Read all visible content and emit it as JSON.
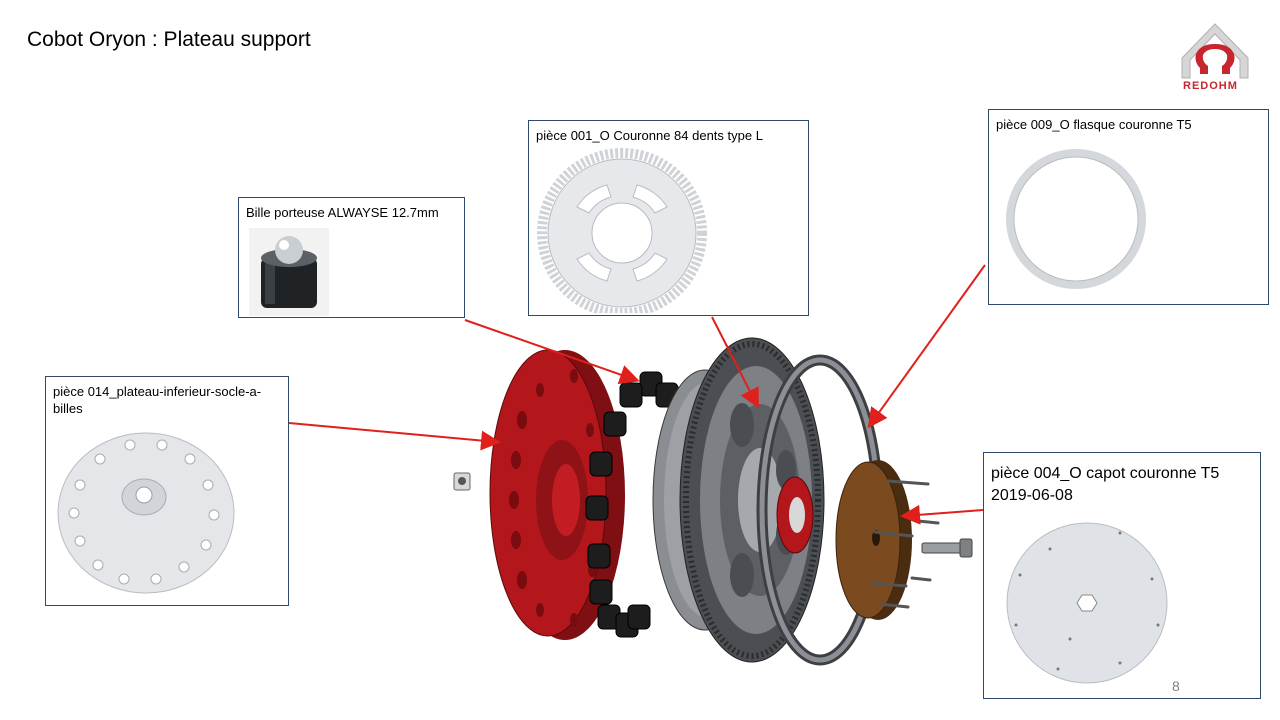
{
  "slide": {
    "title": "Cobot Oryon : Plateau support",
    "page_number": "8",
    "logo_text": "REDOHM"
  },
  "callouts": {
    "bille": {
      "label": "Bille porteuse ALWAYSE 12.7mm"
    },
    "piece_001": {
      "label": "pièce 001_O Couronne  84 dents type L"
    },
    "piece_009": {
      "label": "pièce 009_O flasque couronne  T5"
    },
    "piece_014": {
      "label": "pièce 014_plateau-inferieur-socle-a-billes"
    },
    "piece_004": {
      "line1": "pièce 004_O capot couronne T5",
      "line2": "2019-06-08"
    }
  },
  "colors": {
    "callout_border": "#2f4a6d",
    "arrow": "#e0201b",
    "plate_red": "#b3161b",
    "cover_brown": "#7b4a1e",
    "part_grey": "#e6e8eb",
    "logo_red": "#c8262e"
  }
}
